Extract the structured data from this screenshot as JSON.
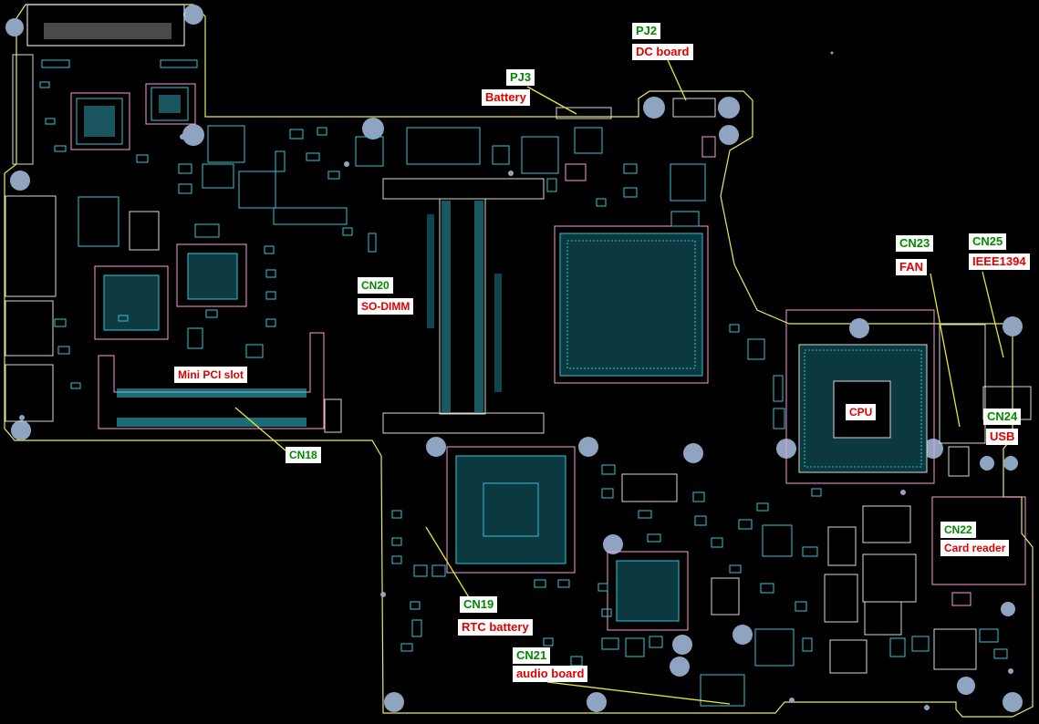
{
  "colors": {
    "background": "#000000",
    "outline": "#e8e86a",
    "trace": "#33c4d8",
    "part": "#ff9ad8",
    "hole": "#8fa4c0",
    "connector_label": "#008a00",
    "function_label": "#e00000",
    "leader": "#e8e832"
  },
  "labels": {
    "pj2": {
      "ref": "PJ2",
      "name": "DC board"
    },
    "pj3": {
      "ref": "PJ3",
      "name": "Battery"
    },
    "cn20": {
      "ref": "CN20",
      "name": "SO-DIMM"
    },
    "mini_pci": {
      "name": "Mini PCI slot"
    },
    "cn18": {
      "ref": "CN18"
    },
    "cn23": {
      "ref": "CN23",
      "name": "FAN"
    },
    "cn25": {
      "ref": "CN25",
      "name": "IEEE1394"
    },
    "cpu": {
      "name": "CPU"
    },
    "cn24": {
      "ref": "CN24",
      "name": "USB"
    },
    "cn22": {
      "ref": "CN22",
      "name": "Card reader"
    },
    "cn19": {
      "ref": "CN19",
      "name": "RTC battery"
    },
    "cn21": {
      "ref": "CN21",
      "name": "audio board"
    }
  }
}
